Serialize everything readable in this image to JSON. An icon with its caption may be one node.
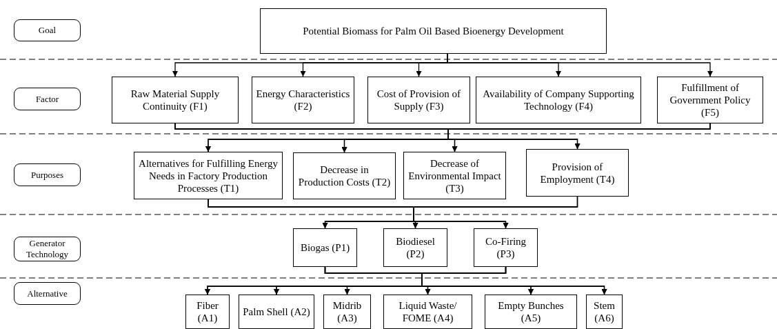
{
  "diagram": {
    "nodes": [
      {
        "text": [
          "Goal"
        ]
      },
      {
        "text": [
          "Potential Biomass for Palm Oil Based Bioenergy Development"
        ]
      },
      {
        "text": [
          "Factor"
        ]
      },
      {
        "text": [
          "Raw Material Supply Continuity (F1)"
        ]
      },
      {
        "text": [
          "Energy Characteristics (F2)"
        ]
      },
      {
        "text": [
          "Cost of Provision of Supply (F3)"
        ]
      },
      {
        "text": [
          "Availability of Company Supporting Technology (F4)"
        ]
      },
      {
        "text": [
          "Fulfillment of Government Policy (F5)"
        ]
      },
      {
        "text": [
          "Purposes"
        ]
      },
      {
        "text": [
          "Alternatives for Fulfilling Energy Needs in Factory Production Processes (T1)"
        ]
      },
      {
        "text": [
          "Decrease in Production Costs (T2)"
        ]
      },
      {
        "text": [
          "Decrease of Environmental Impact (T3)"
        ]
      },
      {
        "text": [
          "Provision of Employment (T4)"
        ]
      },
      {
        "text": [
          "Generator Technology"
        ]
      },
      {
        "text": [
          "Biogas (P1)"
        ]
      },
      {
        "text": [
          "Biodiesel (P2)"
        ]
      },
      {
        "text": [
          "Co-Firing (P3)"
        ]
      },
      {
        "text": [
          "Alternative"
        ]
      },
      {
        "text": [
          "Fiber (A1)"
        ]
      },
      {
        "text": [
          "Palm Shell (A2)"
        ]
      },
      {
        "text": [
          "Midrib (A3)"
        ]
      },
      {
        "text": [
          "Liquid Waste/ FOME (A4)"
        ]
      },
      {
        "text": [
          "Empty Bunches (A5)"
        ]
      },
      {
        "text": [
          "Stem (A6)"
        ]
      }
    ],
    "edges": [
      {
        "from": 1,
        "to": 3,
        "arrow": "to"
      },
      {
        "from": 1,
        "to": 4,
        "arrow": "to"
      },
      {
        "from": 1,
        "to": 5,
        "arrow": "to"
      },
      {
        "from": 1,
        "to": 6,
        "arrow": "to"
      },
      {
        "from": 1,
        "to": 7,
        "arrow": "to"
      },
      {
        "from": 3,
        "to": 9,
        "arrow": "to"
      },
      {
        "from": 3,
        "to": 10,
        "arrow": "to"
      },
      {
        "from": 3,
        "to": 11,
        "arrow": "to"
      },
      {
        "from": 3,
        "to": 12,
        "arrow": "to"
      },
      {
        "from": 7,
        "to": 9,
        "arrow": "to"
      },
      {
        "from": 7,
        "to": 10,
        "arrow": "to"
      },
      {
        "from": 7,
        "to": 11,
        "arrow": "to"
      },
      {
        "from": 7,
        "to": 12,
        "arrow": "to"
      },
      {
        "from": 9,
        "to": 14,
        "arrow": "to"
      },
      {
        "from": 9,
        "to": 15,
        "arrow": "to"
      },
      {
        "from": 9,
        "to": 16,
        "arrow": "to"
      },
      {
        "from": 12,
        "to": 14,
        "arrow": "to"
      },
      {
        "from": 12,
        "to": 15,
        "arrow": "to"
      },
      {
        "from": 12,
        "to": 16,
        "arrow": "to"
      },
      {
        "from": 14,
        "to": 18,
        "arrow": "to"
      },
      {
        "from": 14,
        "to": 19,
        "arrow": "to"
      },
      {
        "from": 14,
        "to": 20,
        "arrow": "to"
      },
      {
        "from": 14,
        "to": 21,
        "arrow": "to"
      },
      {
        "from": 14,
        "to": 22,
        "arrow": "to"
      },
      {
        "from": 14,
        "to": 23,
        "arrow": "to"
      },
      {
        "from": 16,
        "to": 18,
        "arrow": "to"
      },
      {
        "from": 16,
        "to": 19,
        "arrow": "to"
      },
      {
        "from": 16,
        "to": 20,
        "arrow": "to"
      },
      {
        "from": 16,
        "to": 21,
        "arrow": "to"
      },
      {
        "from": 16,
        "to": 22,
        "arrow": "to"
      },
      {
        "from": 16,
        "to": 23,
        "arrow": "to"
      }
    ]
  }
}
